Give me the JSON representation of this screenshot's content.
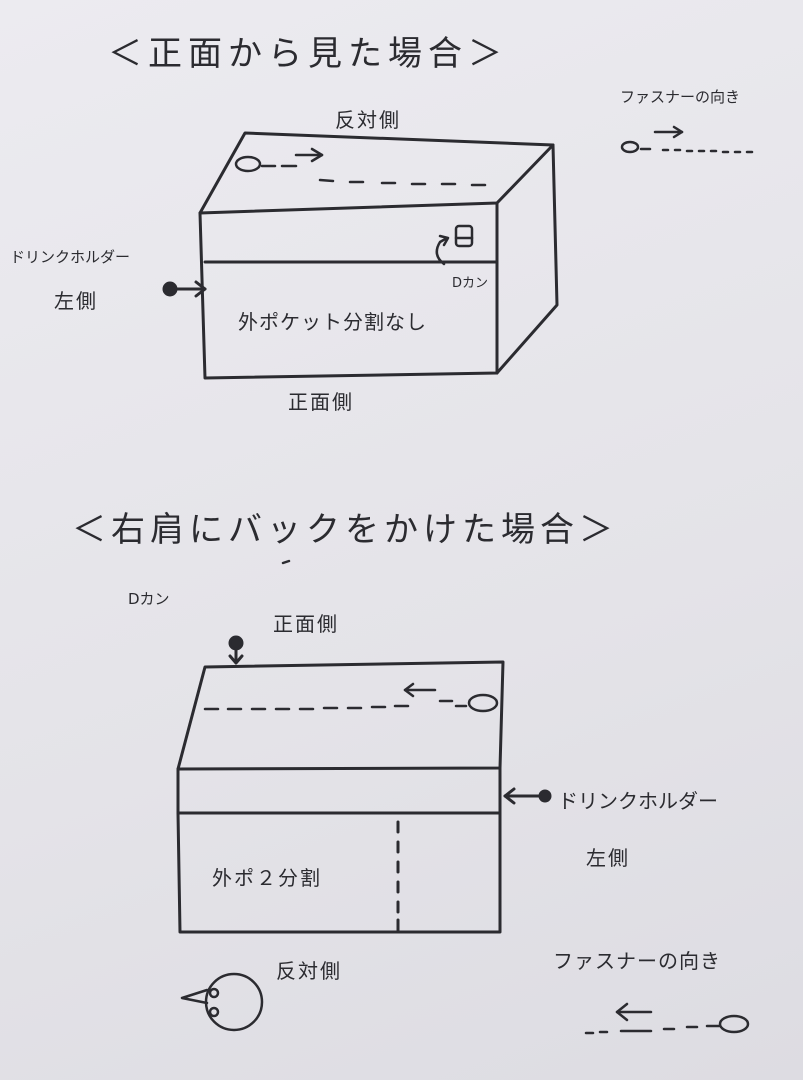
{
  "top_section": {
    "title": "＜正面から見た場合＞",
    "back_side": "反対側",
    "front_side": "正面側",
    "drink_holder": "ドリンクホルダー",
    "drink_holder_side": "左側",
    "outer_pocket": "外ポケット分割なし",
    "d_ring": "Dカン",
    "zipper_direction": "ファスナーの向き"
  },
  "bottom_section": {
    "title": "＜右肩にバックをかけた場合＞",
    "d_ring": "Dカン",
    "front_side": "正面側",
    "drink_holder": "ドリンクホルダー",
    "drink_holder_side": "左側",
    "outer_pocket": "外ポ２分割",
    "back_side": "反対側",
    "zipper_direction": "ファスナーの向き"
  }
}
